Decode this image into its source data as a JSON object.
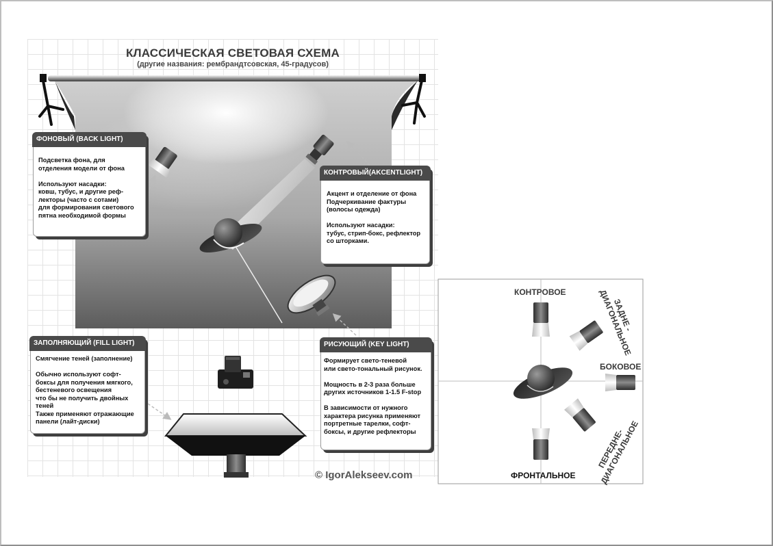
{
  "title": "КЛАССИЧЕСКАЯ СВЕТОВАЯ СХЕМА",
  "subtitle": "(другие названия: рембрандтсовская, 45-градусов)",
  "boxes": {
    "back": {
      "header": "ФОНОВЫЙ (BACK LIGHT)",
      "text": "Подсветка фона, для\nотделения модели от фона\n\nИспользуют насадки:\nковш, тубус, и другие реф-\nлекторы (часто с сотами)\nдля формирования светового\nпятна необходимой формы"
    },
    "accent": {
      "header": "КОНТРОВЫЙ(AKCENTLIGHT)",
      "text": "Акцент и отделение от фона\nПодчеркивание фактуры\n(волосы одежда)\n\nИспользуют насадки:\nтубус, стрип-бокс, рефлектор\nсо шторками."
    },
    "fill": {
      "header": "ЗАПОЛНЯЮЩИЙ (FILL LIGHT)",
      "text": "Смягчение теней (заполнение)\n\nОбычно используют софт-\nбоксы для получения мягкого,\nбестеневого освещения\nчто бы не получить двойных\nтеней\nТакже применяют отражающие\nпанели (лайт-диски)"
    },
    "key": {
      "header": "РИСУЮЩИЙ (KEY LIGHT)",
      "text": "Формирует свето-теневой\nили свето-тональный рисунок.\n\nМощность в 2-3 раза больше\nдругих источников 1-1.5 F-stop\n\nВ зависимости от нужного\nхарактера рисунка применяют\nпортретные тарелки, софт-\nбоксы, и другие рефлекторы"
    }
  },
  "copyright": "© IgorAlekseev.com",
  "positions_diagram": {
    "contra": "КОНТРОВОЕ",
    "rear_diag": "ЗАДНЕ -\nДИАГОНАЛЬНОЕ",
    "side": "БОКОВОЕ",
    "front_diag": "ПЕРЕДНЕ-\nДИАГОНАЛЬНОЕ",
    "frontal": "ФРОНТАЛЬНОЕ"
  },
  "colors": {
    "header_bg": "#4a4a4a",
    "shadow": "#3f3f3f"
  }
}
